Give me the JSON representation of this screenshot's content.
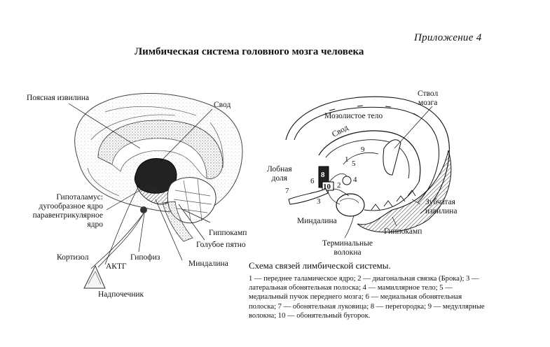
{
  "header": {
    "appendix": "Приложение 4",
    "title": "Лимбическая система головного мозга человека"
  },
  "left_figure": {
    "labels": {
      "cingulate": "Поясная извилина",
      "fornix": "Свод",
      "hypothalamus_1": "Гипоталамус:",
      "hypothalamus_2": "дугообразное ядро",
      "hypothalamus_3": "паравентрикулярное",
      "hypothalamus_4": "ядро",
      "cortisol": "Кортизол",
      "acth": "АКТГ",
      "pituitary": "Гипофиз",
      "amygdala": "Миндалина",
      "locus_coeruleus": "Голубое пятно",
      "hippocampus": "Гиппокамп",
      "adrenal": "Надпочечник"
    }
  },
  "right_figure": {
    "labels": {
      "brainstem_1": "Ствол",
      "brainstem_2": "мозга",
      "corpus_callosum": "Мозолистое тело",
      "fornix": "Свод",
      "frontal_1": "Лобная",
      "frontal_2": "доля",
      "amygdala": "Миндалина",
      "terminal_1": "Терминальные",
      "terminal_2": "волокна",
      "hippocampus": "Гиппокамп",
      "dentate_1": "Зубчатая",
      "dentate_2": "извилина"
    },
    "numbers": [
      "1",
      "2",
      "3",
      "4",
      "5",
      "6",
      "7",
      "8",
      "9",
      "10"
    ]
  },
  "caption": "Схема связей лимбической системы.",
  "legend": "1 — переднее таламическое ядро; 2 — диагональная связка (Брока); 3 — латеральная обонятельная полоска; 4 — мамиллярное тело; 5 — медиальный пучок переднего мозга; 6 — медиальная обонятельная полоска; 7 — обонятельная луковица; 8 — перегородка; 9 — медуллярные волокна; 10 — обонятельный бугорок."
}
